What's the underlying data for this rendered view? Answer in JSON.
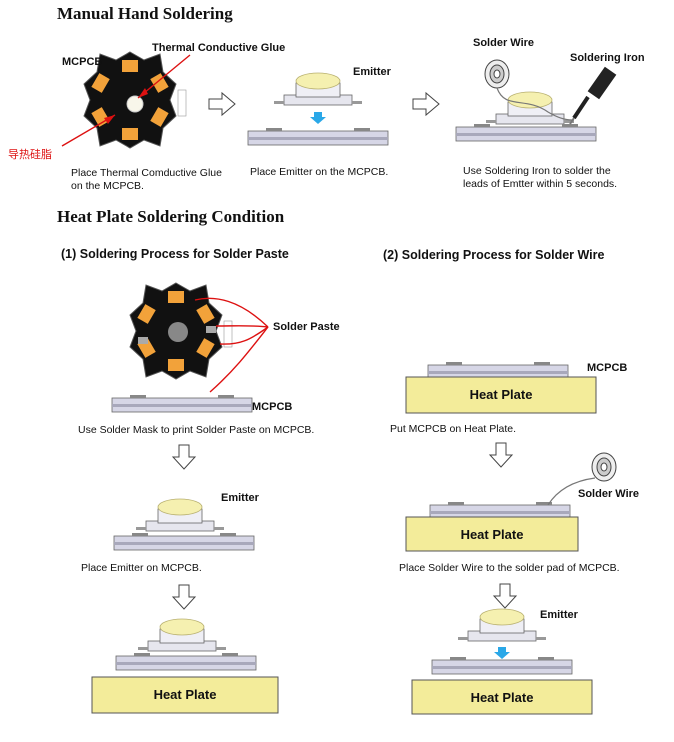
{
  "titles": {
    "manual": "Manual Hand Soldering",
    "heat_plate": "Heat Plate Soldering Condition"
  },
  "manual": {
    "mcpcb_label": "MCPCB",
    "glue_label": "Thermal Conductive Glue",
    "chinese_label": "导热硅脂",
    "step1_caption": [
      "Place Thermal Comductive Glue",
      "on the MCPCB."
    ],
    "emitter_label": "Emitter",
    "step2_caption": "Place Emitter on the MCPCB.",
    "solder_wire_label": "Solder Wire",
    "soldering_iron_label": "Soldering Iron",
    "step3_caption": [
      "Use Soldering Iron to solder the",
      "leads of Emtter within 5 seconds."
    ]
  },
  "paste_process": {
    "title": "(1) Soldering Process for Solder Paste",
    "solder_paste_label": "Solder Paste",
    "mcpcb_label": "MCPCB",
    "step1_caption": "Use Solder Mask to print Solder Paste on MCPCB.",
    "emitter_label": "Emitter",
    "step2_caption": "Place Emitter on MCPCB.",
    "heat_plate_label": "Heat Plate"
  },
  "wire_process": {
    "title": "(2) Soldering Process for Solder Wire",
    "mcpcb_label": "MCPCB",
    "heat_plate_label": "Heat Plate",
    "step1_caption": "Put MCPCB on Heat Plate.",
    "solder_wire_label": "Solder Wire",
    "step2_caption": "Place Solder Wire to the solder pad of MCPCB.",
    "emitter_label": "Emitter"
  },
  "colors": {
    "heat_plate_fill": "#f3ec9a",
    "board_fill": "#d6d6e6",
    "mcpcb_star": "#111111",
    "pad_orange": "#f2a23a",
    "arrow_red": "#dd1111",
    "lens_yellow": "#f5f0b0",
    "arrow_blue": "#2aa8e8"
  },
  "icons": [
    "down-arrow-icon",
    "right-arrow-icon",
    "solder-wire-spool-icon",
    "soldering-iron-icon"
  ]
}
